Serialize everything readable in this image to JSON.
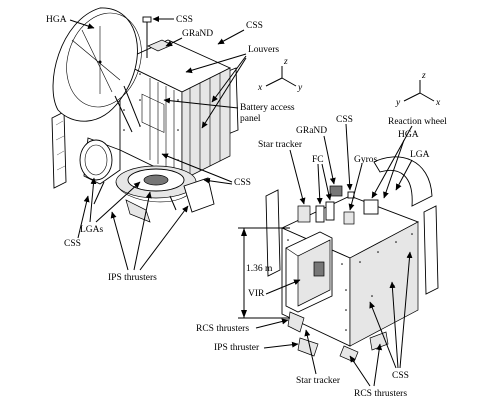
{
  "labels": {
    "hga_top": "HGA",
    "css_top": "CSS",
    "grand_top": "GRaND",
    "css_top_right": "CSS",
    "louvers": "Louvers",
    "battery_access_panel_line1": "Battery access",
    "battery_access_panel_line2": "panel",
    "css_mid": "CSS",
    "lgas": "LGAs",
    "css_left": "CSS",
    "ips_thrusters": "IPS thrusters",
    "star_tracker_top": "Star tracker",
    "grand_right": "GRaND",
    "css_right": "CSS",
    "fc": "FC",
    "gyros": "Gyros",
    "reaction_wheel": "Reaction wheel",
    "hga_right": "HGA",
    "lga": "LGA",
    "dimension": "1.36 m",
    "vir": "VIR",
    "rcs_thrusters_left": "RCS thrusters",
    "ips_thruster": "IPS thruster",
    "star_tracker_bottom": "Star tracker",
    "rcs_thrusters_bottom": "RCS thrusters",
    "css_bottom": "CSS"
  },
  "axes": {
    "left": {
      "z": "z",
      "y": "y",
      "x": "x"
    },
    "right": {
      "z": "z",
      "y": "y",
      "x": "x"
    }
  }
}
